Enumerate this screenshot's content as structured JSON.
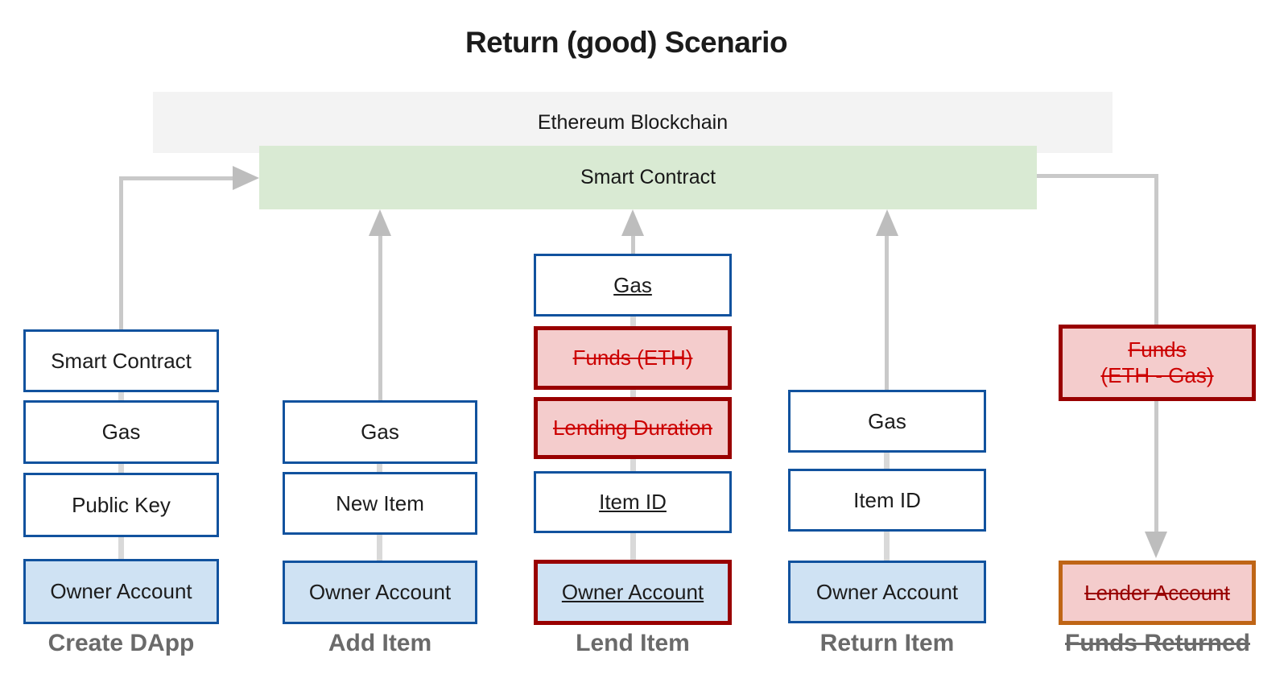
{
  "title": "Return (good) Scenario",
  "blockchain_bar": "Ethereum Blockchain",
  "contract_bar": "Smart Contract",
  "columns": [
    {
      "label": "Create DApp",
      "boxes": [
        "Smart Contract",
        "Gas",
        "Public Key",
        "Owner Account"
      ]
    },
    {
      "label": "Add Item",
      "boxes": [
        "Gas",
        "New Item",
        "Owner Account"
      ]
    },
    {
      "label": "Lend Item",
      "boxes": [
        "Gas",
        "Funds (ETH)",
        "Lending Duration",
        "Item ID",
        "Owner Account"
      ]
    },
    {
      "label": "Return Item",
      "boxes": [
        "Gas",
        "Item ID",
        "Owner Account"
      ]
    },
    {
      "label": "Funds Returned",
      "boxes": [
        "Funds\n(ETH - Gas)",
        "Lender Account"
      ]
    }
  ],
  "colors": {
    "blue_border": "#11529e",
    "light_blue_fill": "#cfe2f3",
    "red_border": "#990000",
    "red_text": "#cc0000",
    "pink_fill": "#f4cccc",
    "orange_border": "#bf6516",
    "green_fill": "#d9ead3",
    "gray_bar_fill": "#f3f3f3",
    "arrow_gray": "#c9c9c9",
    "label_gray": "#6a6a6a"
  }
}
